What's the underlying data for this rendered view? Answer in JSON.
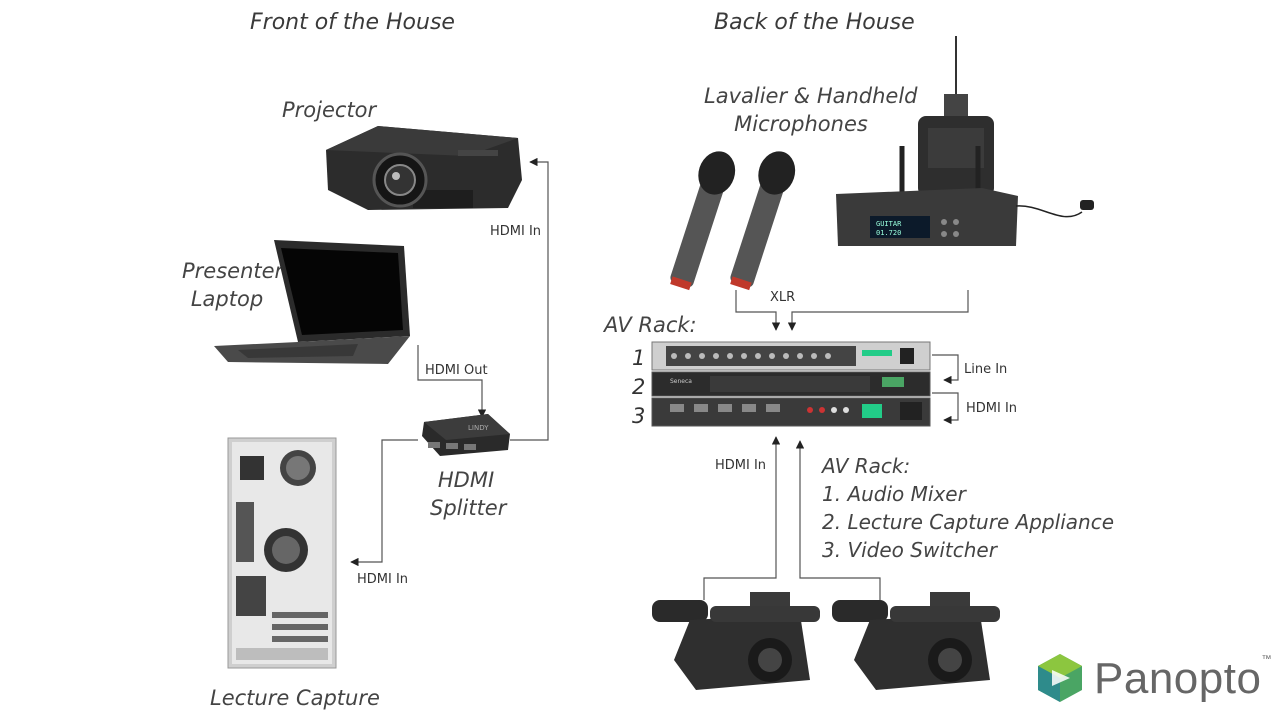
{
  "sections": {
    "front": "Front of the House",
    "back": "Back of the House"
  },
  "devices": {
    "projector": "Projector",
    "laptop_line1": "Presenter",
    "laptop_line2": "Laptop",
    "splitter_line1": "HDMI",
    "splitter_line2": "Splitter",
    "lecture_capture": "Lecture Capture",
    "mics_line1": "Lavalier & Handheld",
    "mics_line2": "Microphones",
    "rack_label": "AV Rack:"
  },
  "connections": {
    "hdmi_in_projector": "HDMI In",
    "hdmi_out_laptop": "HDMI Out",
    "hdmi_in_capture": "HDMI In",
    "xlr": "XLR",
    "line_in": "Line In",
    "hdmi_in_rack": "HDMI In",
    "hdmi_in_cameras": "HDMI In"
  },
  "rack_numbers": [
    "1",
    "2",
    "3"
  ],
  "rack_legend": {
    "title": "AV Rack:",
    "items": [
      "1. Audio Mixer",
      "2. Lecture Capture Appliance",
      "3. Video Switcher"
    ]
  },
  "device_text": {
    "splitter_brand": "LINDY",
    "rack_brand": "Seneca",
    "display_line1": "GUITAR",
    "display_line2": "01.720"
  },
  "brand": {
    "name": "Panopto",
    "tm": "™",
    "logo_colors": [
      "#8cc63f",
      "#4aa564",
      "#2e8b8b",
      "#76b5a5"
    ]
  }
}
